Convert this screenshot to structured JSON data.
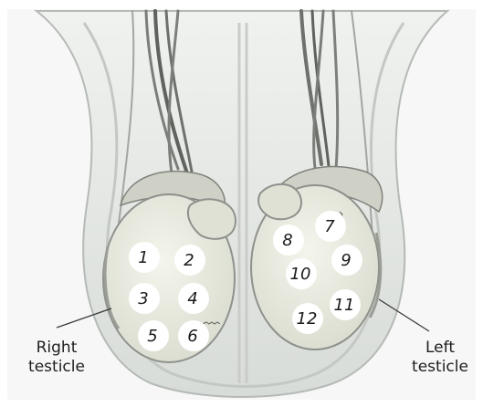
{
  "labels": {
    "right": [
      "Right",
      "testicle"
    ],
    "left": [
      "Left",
      "testicle"
    ]
  },
  "biopsy_sites": {
    "right": [
      "1",
      "2",
      "3",
      "4",
      "5",
      "6"
    ],
    "left": [
      "7",
      "8",
      "9",
      "10",
      "11",
      "12"
    ]
  },
  "colors": {
    "background": "#ffffff",
    "scrotum_fill": "#e6e9e6",
    "testicle_fill": "#edeee3",
    "epididymis_fill": "#d9dbce",
    "outline": "#8e918c",
    "marker_fill": "#ffffff"
  }
}
